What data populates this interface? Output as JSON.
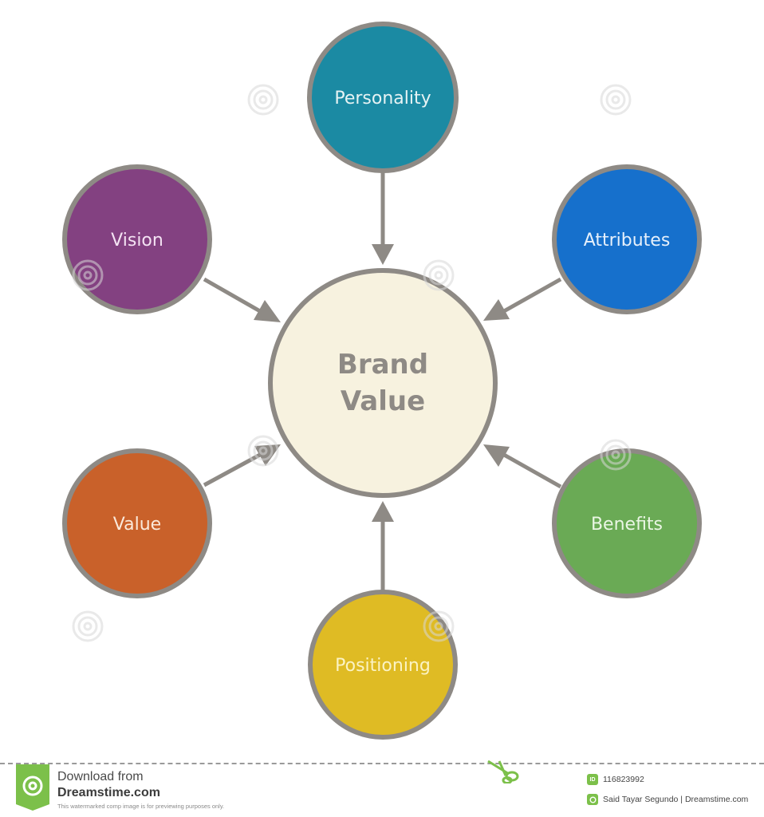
{
  "diagram": {
    "title": "Brand Value",
    "center": {
      "line1": "Brand",
      "line2": "Value",
      "fill": "#f7f2df",
      "text_color": "#8e8a85"
    },
    "border_color": "#8e8a85",
    "arrow_color": "#8e8a85",
    "nodes": [
      {
        "label": "Personality",
        "fill": "#1b8aa3",
        "text_color": "#e6f3f4",
        "position": "top"
      },
      {
        "label": "Attributes",
        "fill": "#1670cc",
        "text_color": "#e6f0fb",
        "position": "top-right"
      },
      {
        "label": "Benefits",
        "fill": "#6aaa55",
        "text_color": "#eaf6e4",
        "position": "bottom-right"
      },
      {
        "label": "Positioning",
        "fill": "#dfbb24",
        "text_color": "#fbf3c4",
        "position": "bottom"
      },
      {
        "label": "Value",
        "fill": "#c9612a",
        "text_color": "#fbe9da",
        "position": "bottom-left"
      },
      {
        "label": "Vision",
        "fill": "#834181",
        "text_color": "#f4e2f3",
        "position": "top-left"
      }
    ],
    "edges": [
      {
        "from": "Personality",
        "to": "Brand Value"
      },
      {
        "from": "Attributes",
        "to": "Brand Value"
      },
      {
        "from": "Benefits",
        "to": "Brand Value"
      },
      {
        "from": "Positioning",
        "to": "Brand Value"
      },
      {
        "from": "Value",
        "to": "Brand Value"
      },
      {
        "from": "Vision",
        "to": "Brand Value"
      }
    ]
  },
  "watermark": {
    "text": "dreamstime"
  },
  "footer": {
    "download_line1": "Download from",
    "download_line2": "Dreamstime.com",
    "disclaimer": "This watermarked comp image is for previewing purposes only.",
    "id_badge": "ID",
    "image_id": "116823992",
    "credit": "Said Tayar Segundo | Dreamstime.com",
    "accent_color": "#7cc04a"
  }
}
